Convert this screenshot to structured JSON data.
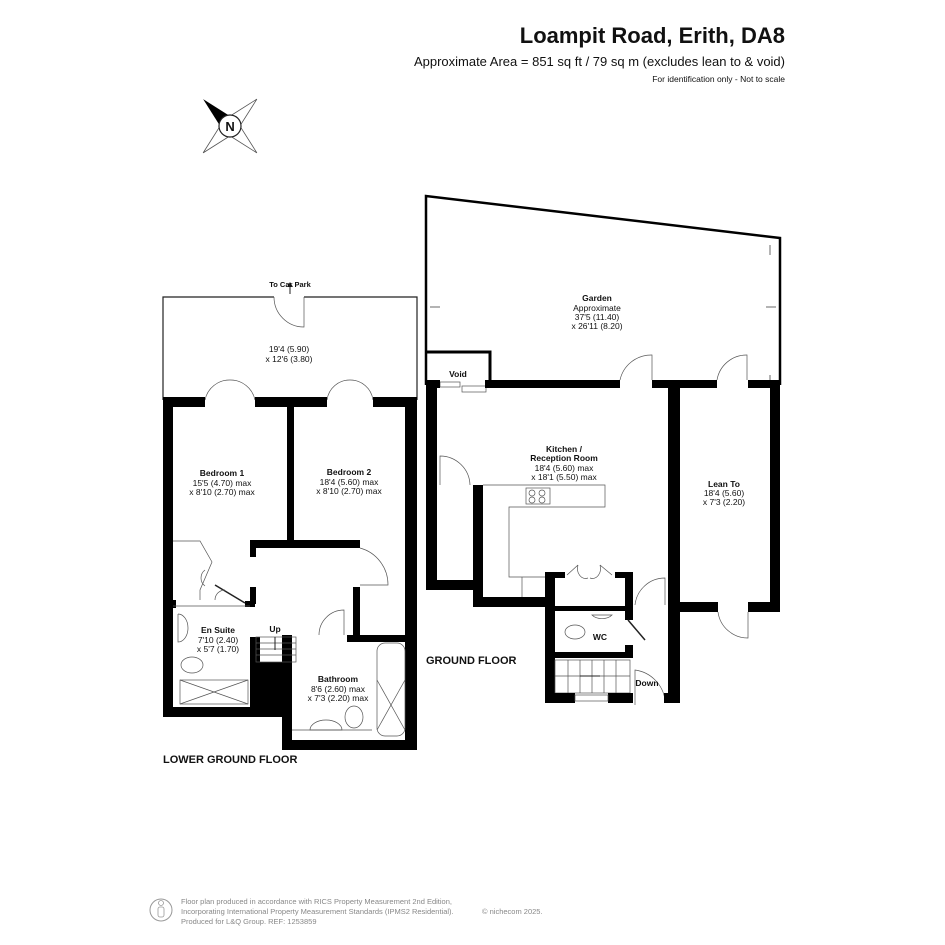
{
  "header": {
    "title": "Loampit Road, Erith, DA8",
    "area": "Approximate Area = 851 sq ft / 79 sq m (excludes lean to & void)",
    "disclaimer": "For identification only - Not to scale"
  },
  "compass": {
    "letter": "N"
  },
  "lower_ground_floor": {
    "label": "LOWER GROUND FLOOR",
    "to_car_park": "To Car Park",
    "patio": {
      "dim1": "19'4 (5.90)",
      "dim2": "x 12'6 (3.80)"
    },
    "bedroom1": {
      "name": "Bedroom 1",
      "dim1": "15'5 (4.70) max",
      "dim2": "x 8'10 (2.70) max"
    },
    "bedroom2": {
      "name": "Bedroom 2",
      "dim1": "18'4 (5.60) max",
      "dim2": "x 8'10 (2.70) max"
    },
    "ensuite": {
      "name": "En Suite",
      "dim1": "7'10 (2.40)",
      "dim2": "x 5'7 (1.70)"
    },
    "bathroom": {
      "name": "Bathroom",
      "dim1": "8'6 (2.60) max",
      "dim2": "x 7'3 (2.20) max"
    },
    "stairs": "Up"
  },
  "ground_floor": {
    "label": "GROUND FLOOR",
    "garden": {
      "name": "Garden",
      "note": "Approximate",
      "dim1": "37'5 (11.40)",
      "dim2": "x 26'11 (8.20)"
    },
    "void": "Void",
    "kitchen": {
      "name1": "Kitchen /",
      "name2": "Reception Room",
      "dim1": "18'4 (5.60) max",
      "dim2": "x 18'1 (5.50) max"
    },
    "lean_to": {
      "name": "Lean To",
      "dim1": "18'4 (5.60)",
      "dim2": "x 7'3 (2.20)"
    },
    "wc": "WC",
    "stairs": "Down"
  },
  "footer": {
    "line1": "Floor plan produced in accordance with RICS Property Measurement 2nd Edition,",
    "line2": "Incorporating International Property Measurement Standards (IPMS2 Residential).",
    "line3": "Produced for L&Q Group.   REF:   1253859",
    "copyright": "© nichecom 2025."
  }
}
